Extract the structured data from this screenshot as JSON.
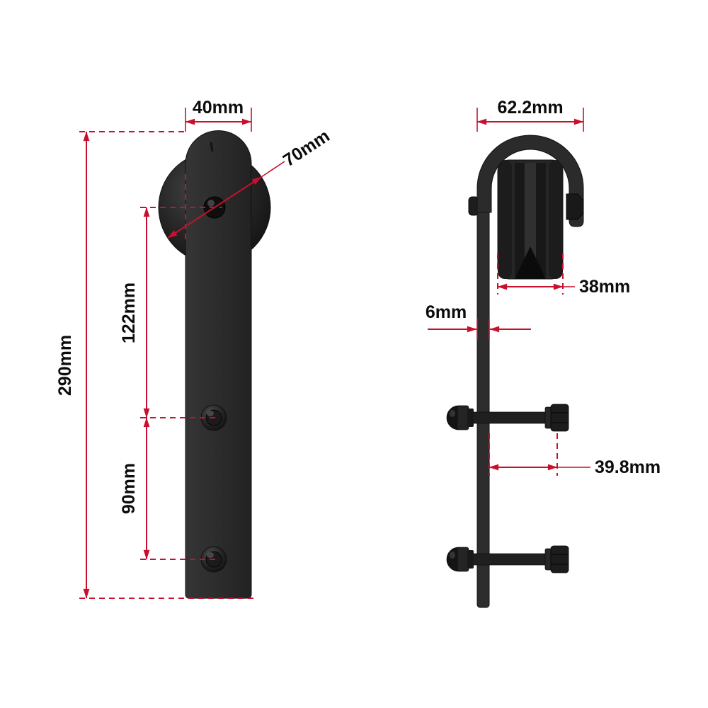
{
  "drawing": {
    "front_view": {
      "strap_width_label": "40mm",
      "wheel_diameter_label": "70mm",
      "total_height_label": "290mm",
      "wheel_to_first_bolt_label": "122mm",
      "bolt_spacing_label": "90mm"
    },
    "side_view": {
      "overall_width_label": "62.2mm",
      "roller_width_label": "38mm",
      "strap_thickness_label": "6mm",
      "bolt_projection_label": "39.8mm"
    },
    "colors": {
      "dimension_red": "#c8102e",
      "hardware_black": "#262626",
      "label_text": "#0c0c0c",
      "background": "#ffffff"
    }
  }
}
